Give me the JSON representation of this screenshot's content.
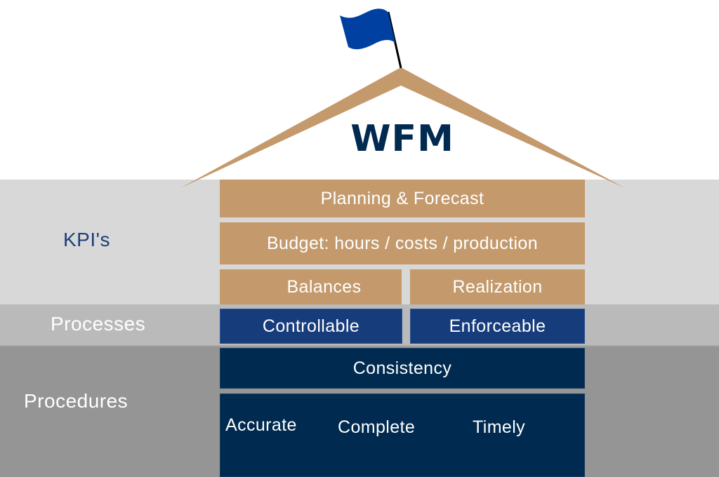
{
  "diagram": {
    "title": "WFM",
    "icons": {
      "flag": "flag-icon",
      "roof": "roof-icon"
    },
    "colors": {
      "tan": "#c49a6c",
      "process_blue": "#173c7c",
      "navy": "#002a4f",
      "flag_blue": "#0040a0",
      "band_kpi": "#d8d8d8",
      "band_processes": "#bababa",
      "band_procedures": "#959595",
      "kpi_label": "#1f3e7a"
    },
    "bands": [
      {
        "label": "KPI's"
      },
      {
        "label": "Processes"
      },
      {
        "label": "Procedures"
      }
    ],
    "kpi_blocks": {
      "planning": "Planning & Forecast",
      "budget": "Budget: hours / costs / production",
      "balances": "Balances",
      "realization": "Realization"
    },
    "process_blocks": {
      "controllable": "Controllable",
      "enforceable": "Enforceable"
    },
    "procedure_blocks": {
      "consistency": "Consistency",
      "qualities": [
        "Accurate",
        "Complete",
        "Timely"
      ]
    }
  }
}
